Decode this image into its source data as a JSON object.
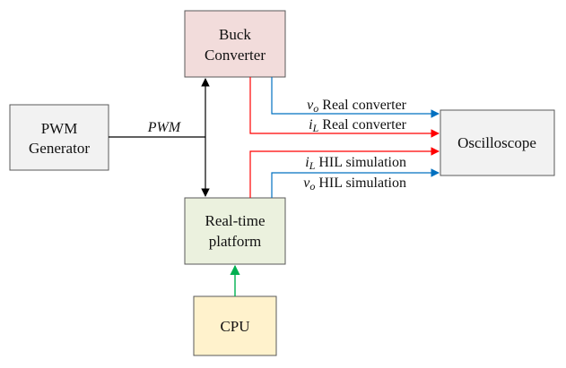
{
  "colors": {
    "buck_fill": "#f2dcdb",
    "pwm_fill": "#f2f2f2",
    "realtime_fill": "#ebf1de",
    "cpu_fill": "#fff2cc",
    "osc_fill": "#f2f2f2",
    "voltage_line": "#0070c0",
    "current_line": "#ff0000",
    "cpu_arrow": "#00b050",
    "black_line": "#000000"
  },
  "blocks": {
    "buck": {
      "line1": "Buck",
      "line2": "Converter"
    },
    "pwm": {
      "line1": "PWM",
      "line2": "Generator"
    },
    "realtime": {
      "line1": "Real-time",
      "line2": "platform"
    },
    "cpu": {
      "label": "CPU"
    },
    "osc": {
      "label": "Oscilloscope"
    }
  },
  "signals": {
    "pwm_label": "PWM",
    "vo_real": {
      "symbol": "v",
      "sub": "o",
      "text": " Real converter"
    },
    "il_real": {
      "symbol": "i",
      "sub": "L",
      "text": " Real converter"
    },
    "il_hil": {
      "symbol": "i",
      "sub": "L",
      "text": " HIL simulation"
    },
    "vo_hil": {
      "symbol": "v",
      "sub": "o",
      "text": " HIL simulation"
    }
  }
}
